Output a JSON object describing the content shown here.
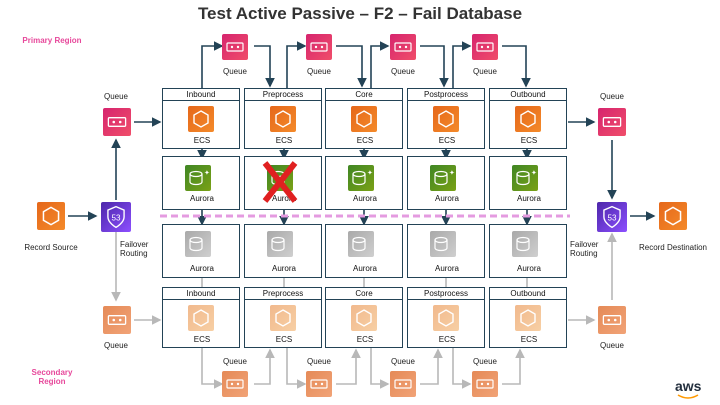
{
  "title": "Test Active Passive – F2 – Fail Database",
  "regions": {
    "primary": "Primary Region",
    "secondary": "Secondary Region"
  },
  "stages": [
    "Inbound",
    "Preprocess",
    "Core",
    "Postprocess",
    "Outbound"
  ],
  "labels": {
    "queue": "Queue",
    "ecs": "ECS",
    "aurora": "Aurora",
    "record_source": "Record Source",
    "record_destination": "Record Destination",
    "failover_routing": "Failover Routing"
  },
  "logo": "aws",
  "colors": {
    "primary_region": "#e7489b",
    "secondary_region": "#e7489b",
    "border": "#234356",
    "arrow_secondary": "#b8b8b8",
    "divider": "#e49be0",
    "fail_mark": "#e02020"
  },
  "failed_stage": "Preprocess"
}
